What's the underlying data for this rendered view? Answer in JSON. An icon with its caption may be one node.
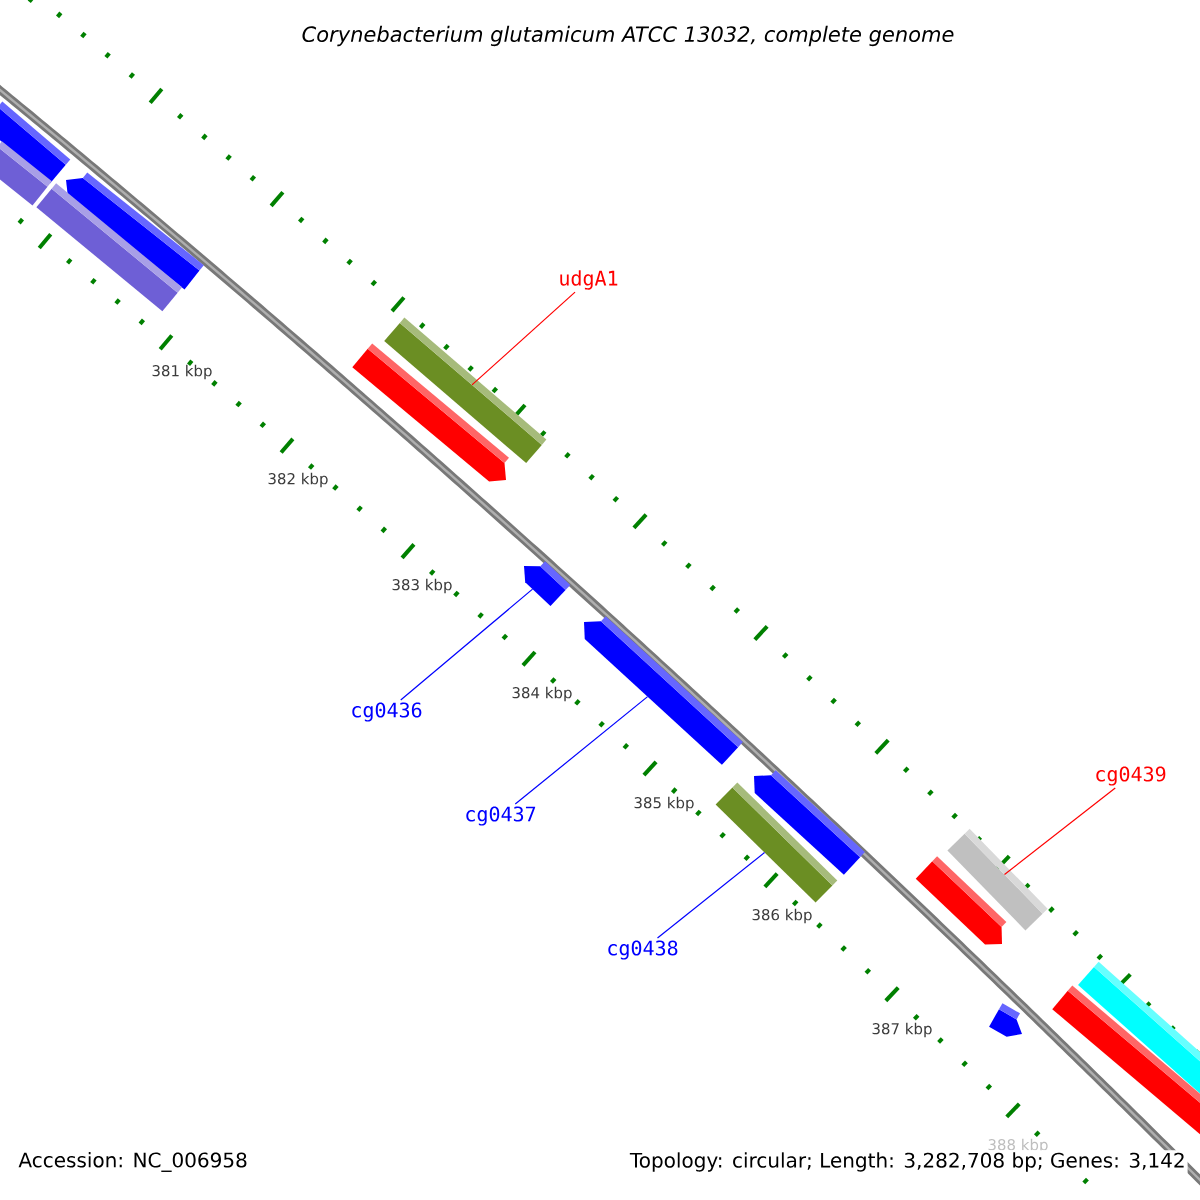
{
  "diagram": {
    "title": "Corynebacterium glutamicum ATCC 13032, complete genome",
    "nodes": [
      {
        "text": [
          "udgA1"
        ]
      },
      {
        "text": [],
        "shape": "bar"
      },
      {
        "text": [
          "cg0436"
        ]
      },
      {
        "text": [],
        "shape": "bar"
      },
      {
        "text": [
          "cg0437"
        ]
      },
      {
        "text": [],
        "shape": "bar"
      },
      {
        "text": [
          "cg0438"
        ]
      },
      {
        "text": [],
        "shape": "bar"
      },
      {
        "text": [
          "cg0439"
        ]
      },
      {
        "text": [],
        "shape": "bar"
      }
    ],
    "edges": [
      {
        "from": 0,
        "to": 1,
        "arrow": "none",
        "color": "#ff0000"
      },
      {
        "from": 2,
        "to": 3,
        "arrow": "none"
      },
      {
        "from": 4,
        "to": 5,
        "arrow": "none"
      },
      {
        "from": 6,
        "to": 7,
        "arrow": "none"
      },
      {
        "from": 8,
        "to": 9,
        "arrow": "none",
        "color": "#ff0000"
      }
    ],
    "labels": [
      "381 kbp",
      "382 kbp",
      "383 kbp",
      "384 kbp",
      "385 kbp",
      "386 kbp",
      "387 kbp",
      "388 kbp",
      "Accession: NC_006958",
      "Topology: circular; Length: 3,282,708 bp; Genes: 3,142"
    ]
  }
}
